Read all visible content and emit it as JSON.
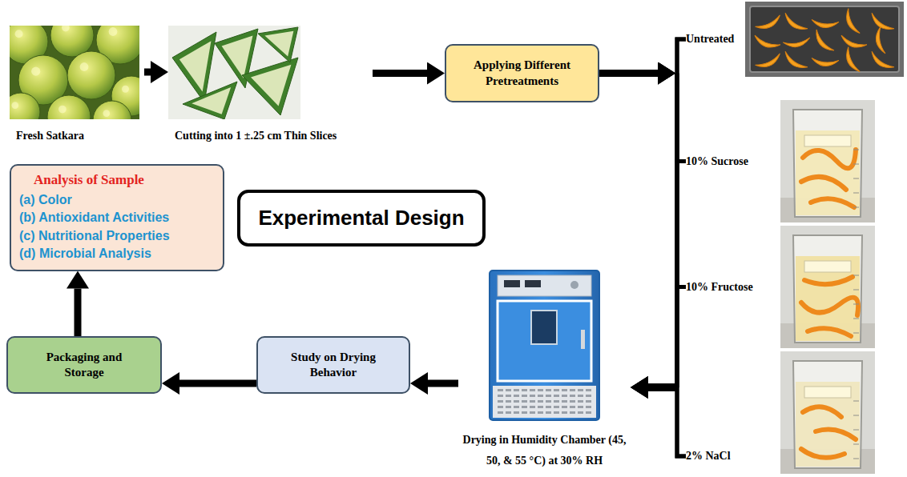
{
  "diagram": {
    "nodes": [
      {
        "text": [
          "Fresh Satkara"
        ]
      },
      {
        "text": [
          "Cutting into 1 ±.25 cm Thin Slices"
        ]
      },
      {
        "text": [
          "Applying Different Pretreatments"
        ]
      },
      {
        "text": [
          "Untreated"
        ]
      },
      {
        "text": [
          "10% Sucrose"
        ]
      },
      {
        "text": [
          "10% Fructose"
        ]
      },
      {
        "text": [
          "2% NaCl"
        ]
      },
      {
        "text": [
          "Drying in Humidity Chamber (45, 50, & 55 °C) at 30% RH"
        ]
      },
      {
        "text": [
          "Study on Drying Behavior"
        ]
      },
      {
        "text": [
          "Packaging and Storage"
        ]
      },
      {
        "text": [
          "Analysis of Sample",
          "(a) Color",
          "(b) Antioxidant Activities",
          "(c) Nutritional Properties",
          "(d) Microbial Analysis"
        ]
      },
      {
        "text": [
          "Experimental Design"
        ]
      }
    ],
    "edges": [
      {
        "from": 0,
        "to": 1,
        "arrow": "to"
      },
      {
        "from": 1,
        "to": 2,
        "arrow": "to"
      },
      {
        "from": 2,
        "to": 3,
        "arrow": "to"
      },
      {
        "from": 2,
        "to": 4,
        "arrow": "to"
      },
      {
        "from": 2,
        "to": 5,
        "arrow": "to"
      },
      {
        "from": 2,
        "to": 6,
        "arrow": "to"
      },
      {
        "from": 3,
        "to": 7,
        "arrow": "to"
      },
      {
        "from": 4,
        "to": 7,
        "arrow": "to"
      },
      {
        "from": 5,
        "to": 7,
        "arrow": "to"
      },
      {
        "from": 6,
        "to": 7,
        "arrow": "to"
      },
      {
        "from": 7,
        "to": 8,
        "arrow": "to"
      },
      {
        "from": 8,
        "to": 9,
        "arrow": "to"
      },
      {
        "from": 9,
        "to": 10,
        "arrow": "to"
      }
    ]
  }
}
